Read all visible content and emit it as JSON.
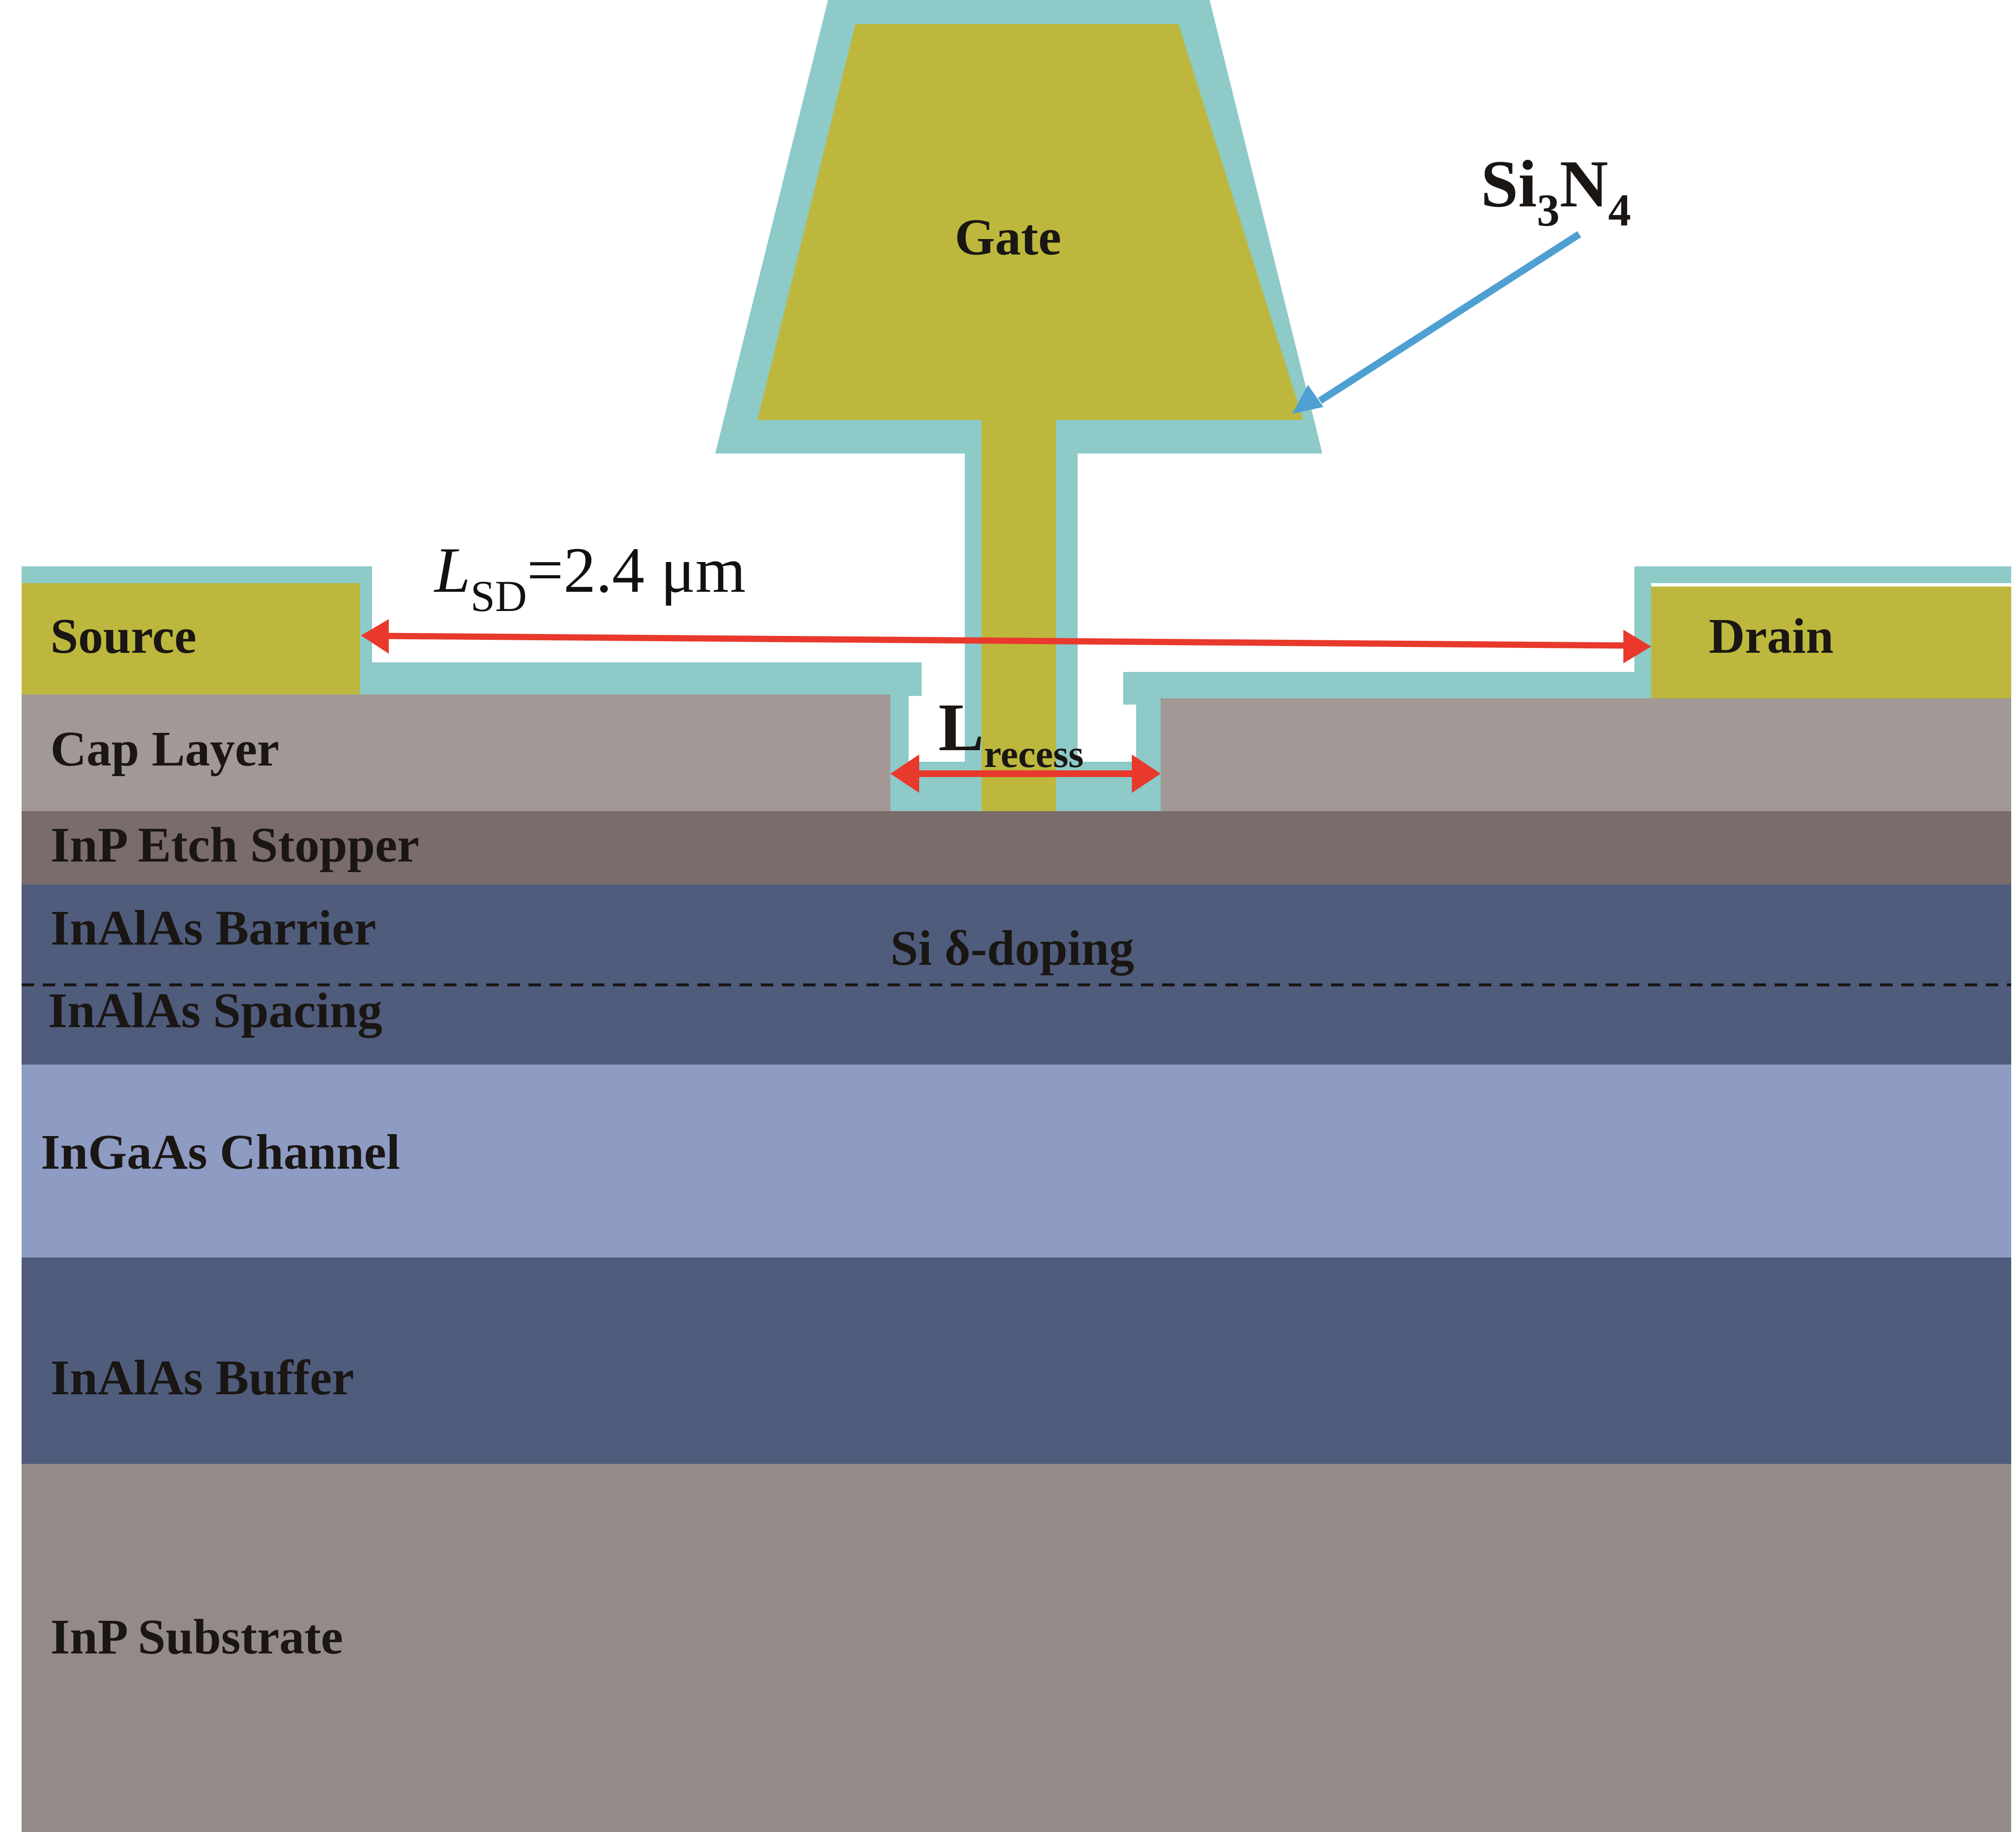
{
  "figure": {
    "title": "InP HEMT cross-section with recessed gate",
    "colors": {
      "metal": "#BDB83D",
      "passivation": "#8DCAC8",
      "cap_layer": "#A29896",
      "etch_stopper": "#796C6A",
      "inalas": "#505C7C",
      "channel": "#8E9BC3",
      "substrate": "#948B88",
      "dimension_arrow": "#E8392C",
      "callout_arrow": "#4E9FD2",
      "text": "#1A1614"
    }
  },
  "electrodes": {
    "gate": "Gate",
    "source": "Source",
    "drain": "Drain"
  },
  "passivation": {
    "label_main": "Si",
    "label_sub1": "3",
    "label_mid": "N",
    "label_sub2": "4"
  },
  "dimensions": {
    "lsd": {
      "symbol": "L",
      "subscript": "SD",
      "value": "=2.4 μm"
    },
    "lrecess": {
      "symbol": "L",
      "subscript": "recess"
    }
  },
  "layers": [
    {
      "id": "cap",
      "label": "Cap Layer"
    },
    {
      "id": "etch",
      "label": "InP Etch Stopper"
    },
    {
      "id": "barrier",
      "label": "InAlAs Barrier"
    },
    {
      "id": "spacing",
      "label": "InAlAs Spacing"
    },
    {
      "id": "channel",
      "label": "InGaAs Channel"
    },
    {
      "id": "buffer",
      "label": "InAlAs Buffer"
    },
    {
      "id": "substrate",
      "label": "InP Substrate"
    }
  ],
  "doping": {
    "label": "Si δ-doping"
  }
}
